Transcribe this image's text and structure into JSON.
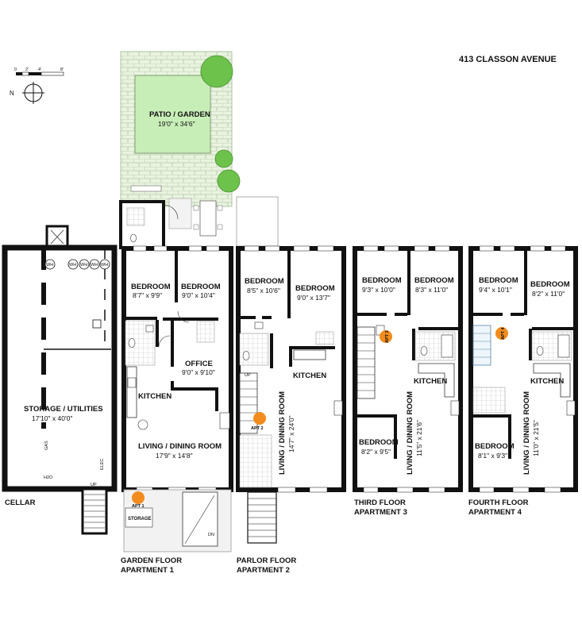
{
  "address": "413 CLASSON AVENUE",
  "scale_bar": {
    "labels": [
      "0",
      "2'",
      "4'",
      "8'"
    ]
  },
  "compass": {
    "north_label": "N"
  },
  "garden": {
    "label": "PATIO / GARDEN",
    "dim": "19'0\" x 34'6\""
  },
  "cellar": {
    "caption": "CELLAR",
    "room": "STORAGE / UTILITIES",
    "dim": "17'10\" x 40'0\"",
    "wh_labels": [
      "WH",
      "WH",
      "WH",
      "WH",
      "WH"
    ],
    "gas": "GAS",
    "h2o": "H2O",
    "elec": "ELEC",
    "up": "UP"
  },
  "garden_floor": {
    "caption1": "GARDEN FLOOR",
    "caption2": "APARTMENT 1",
    "bedroom1": {
      "label": "BEDROOM",
      "dim": "8'7\" x 9'9\""
    },
    "bedroom2": {
      "label": "BEDROOM",
      "dim": "9'0\" x 10'4\""
    },
    "office": {
      "label": "OFFICE",
      "dim": "9'0\" x 9'10\""
    },
    "kitchen": "KITCHEN",
    "living": {
      "label": "LIVING / DINING ROOM",
      "dim": "17'9\" x 14'8\""
    },
    "storage": "STORAGE",
    "apt": "APT 1",
    "dn": "DN"
  },
  "parlor_floor": {
    "caption1": "PARLOR FLOOR",
    "caption2": "APARTMENT 2",
    "bedroom1": {
      "label": "BEDROOM",
      "dim": "8'5\" x 10'6\""
    },
    "bedroom2": {
      "label": "BEDROOM",
      "dim": "9'0\" x 13'7\""
    },
    "kitchen": "KITCHEN",
    "living": "LIVING / DINING ROOM",
    "living_dim": "14'7\" x 24'0\"",
    "apt": "APT 2",
    "up": "UP"
  },
  "third_floor": {
    "caption1": "THIRD FLOOR",
    "caption2": "APARTMENT 3",
    "bedroom1": {
      "label": "BEDROOM",
      "dim": "9'3\" x 10'0\""
    },
    "bedroom2": {
      "label": "BEDROOM",
      "dim": "8'3\" x 11'0\""
    },
    "bedroom3": {
      "label": "BEDROOM",
      "dim": "8'2\" x 9'5\""
    },
    "kitchen": "KITCHEN",
    "living": "LIVING / DINING ROOM",
    "living_dim": "11'5\" x 21'6\"",
    "apt": "APT 3"
  },
  "fourth_floor": {
    "caption1": "FOURTH FLOOR",
    "caption2": "APARTMENT 4",
    "bedroom1": {
      "label": "BEDROOM",
      "dim": "9'4\" x 10'1\""
    },
    "bedroom2": {
      "label": "BEDROOM",
      "dim": "8'2\" x 11'0\""
    },
    "bedroom3": {
      "label": "BEDROOM",
      "dim": "8'1\" x 9'3\""
    },
    "kitchen": "KITCHEN",
    "living": "LIVING / DINING ROOM",
    "living_dim": "11'0\" x 21'5\"",
    "apt": "APT 4"
  },
  "colors": {
    "garden": "#e9f3df",
    "patio": "#c8eeb8",
    "tree": "#6cc24a",
    "apt_marker": "#f28c1e",
    "wall": "#111111",
    "tile": "#d8d8d8"
  }
}
